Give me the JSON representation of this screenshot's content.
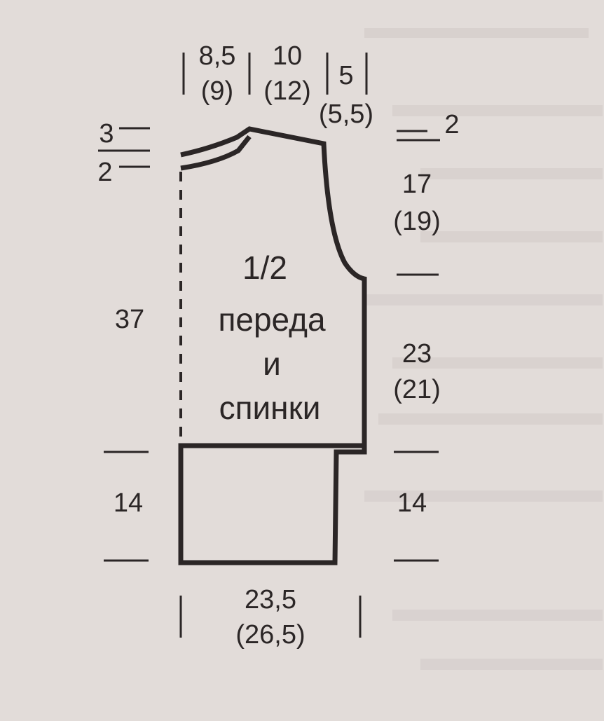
{
  "diagram": {
    "piece_title": [
      "1/2",
      "переда",
      "и",
      "спинки"
    ],
    "top_widths": [
      {
        "value": "8,5",
        "alt": "(9)"
      },
      {
        "value": "10",
        "alt": "(12)"
      },
      {
        "value": "5",
        "alt": "(5,5)"
      }
    ],
    "left_heights": {
      "neck_front_drop": "3",
      "neck_back_drop": "2",
      "body": "37",
      "hem": "14"
    },
    "right_heights": {
      "shoulder_slope": "2",
      "armhole": {
        "value": "17",
        "alt": "(19)"
      },
      "side": {
        "value": "23",
        "alt": "(21)"
      },
      "hem": "14"
    },
    "bottom_width": {
      "value": "23,5",
      "alt": "(26,5)"
    }
  }
}
